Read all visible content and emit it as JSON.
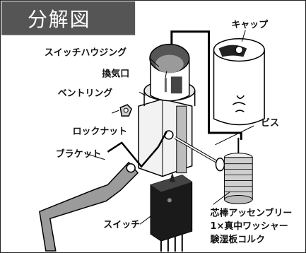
{
  "title": "分解図",
  "labels": {
    "cap": "キャップ",
    "switch_housing": "スイッチハウジング",
    "vent": "換気口",
    "vent_ring": "ベントリング",
    "screw": "ビス",
    "lock_nut": "ロックナット",
    "bracket": "ブラケット",
    "switch": "スイッチ",
    "assembly_line1": "芯棒アッセンブリー",
    "assembly_line2": "1×真中ワッシャー",
    "assembly_line3": "験湿板コルク"
  }
}
